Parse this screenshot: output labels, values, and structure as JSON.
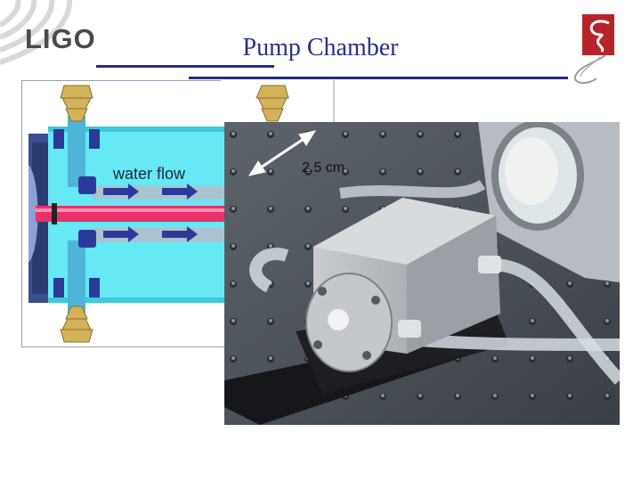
{
  "header": {
    "logo_text": "LIGO",
    "title": "Pump Chamber"
  },
  "diagram": {
    "label": "water flow"
  },
  "photo": {
    "dimension_label": "2.5 cm"
  },
  "colors": {
    "title_blue": "#2b2e8a",
    "rule_blue": "#262a8c",
    "chamber_cyan": "#66e8f5",
    "rod_pink": "#e8306a",
    "brass": "#d4b25a",
    "logo_red": "#b8232a"
  }
}
